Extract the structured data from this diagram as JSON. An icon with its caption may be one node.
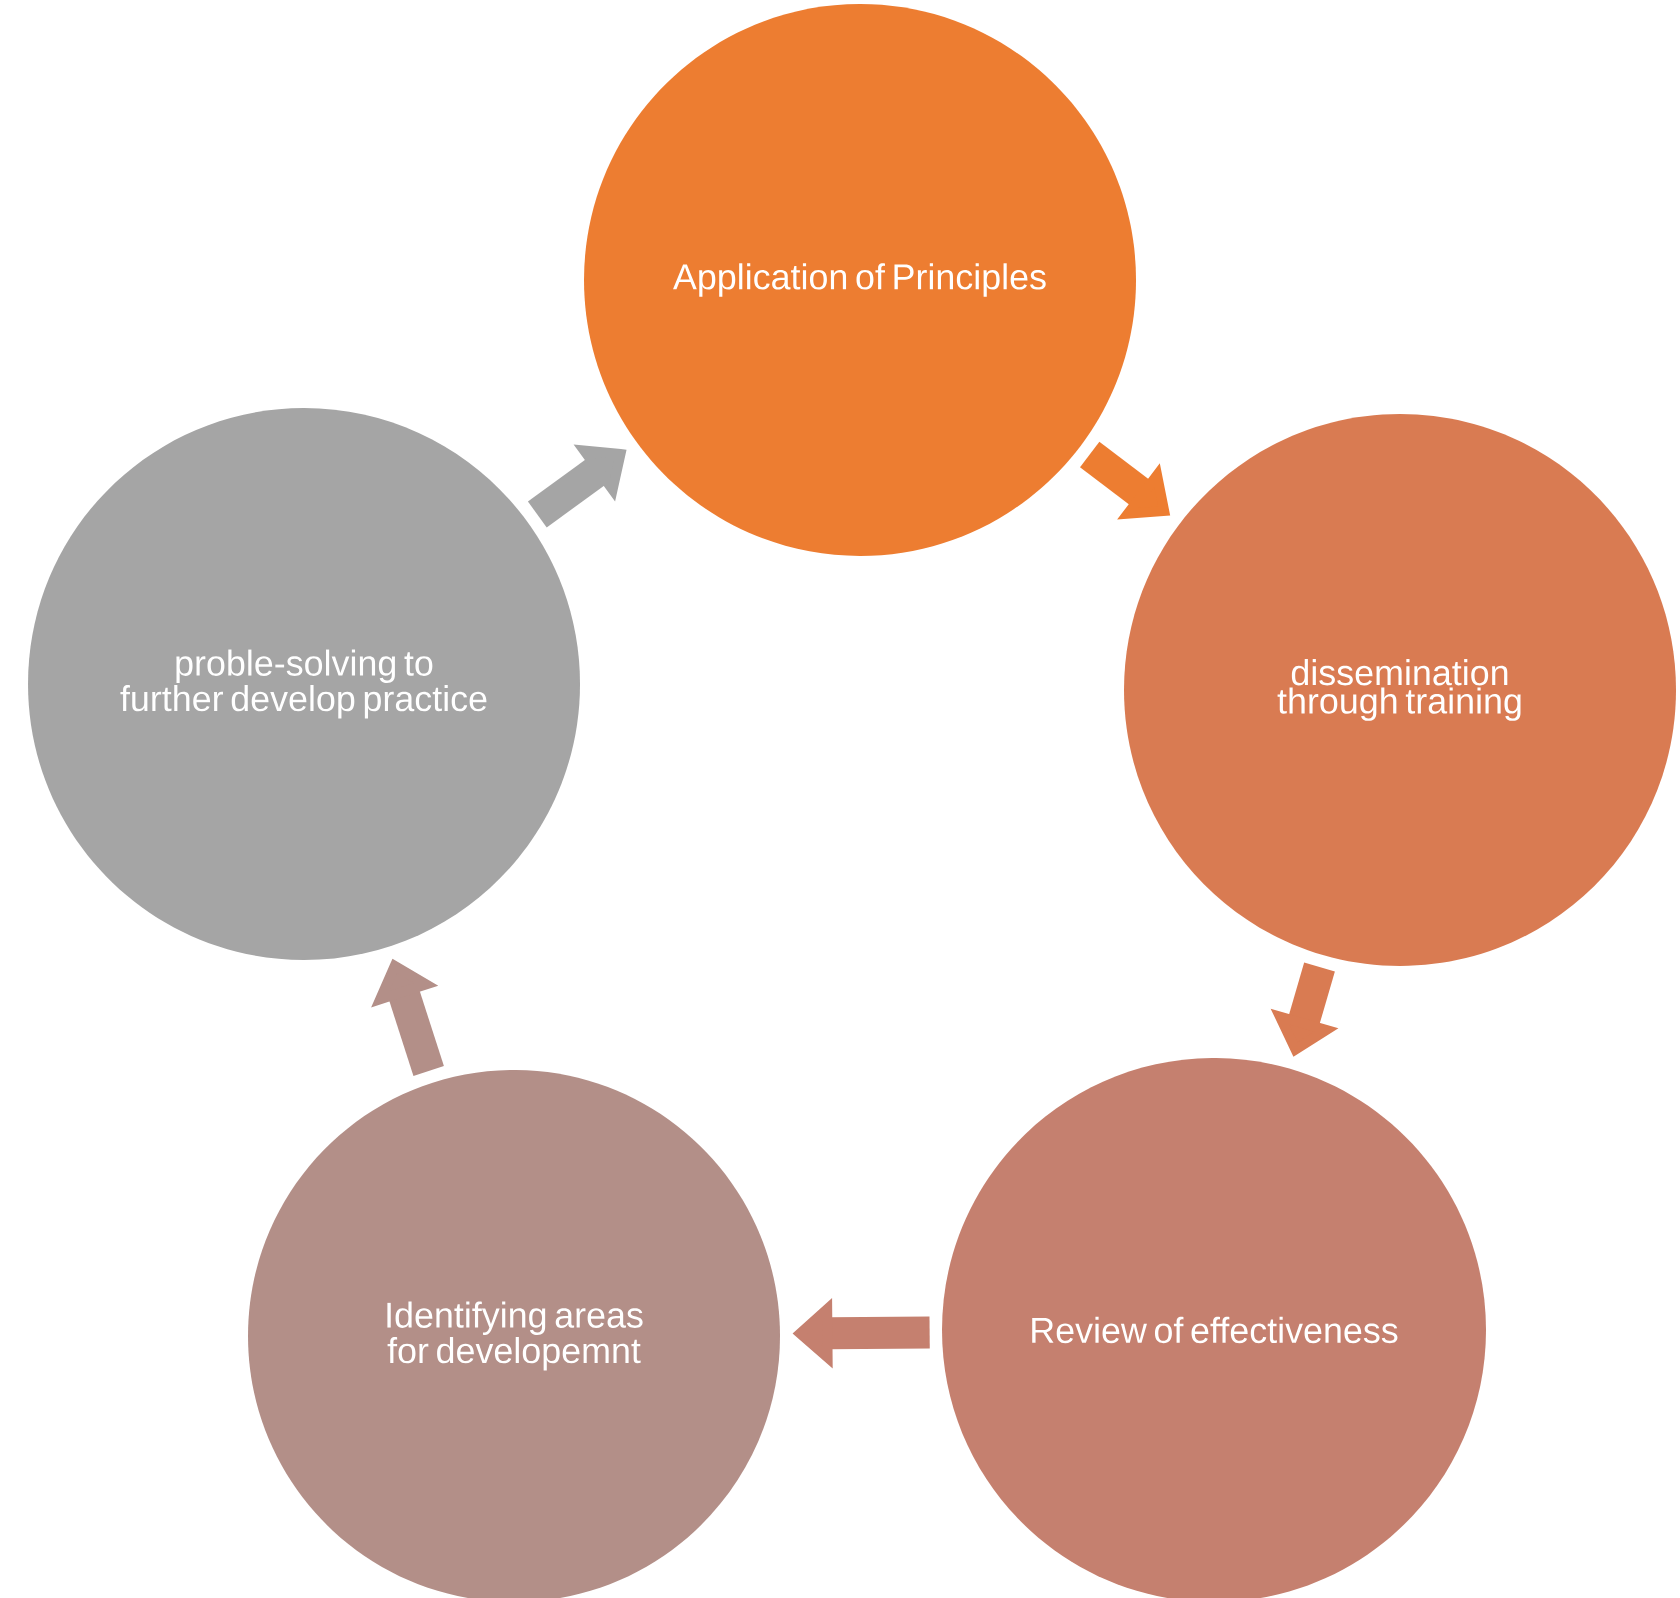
{
  "diagram": {
    "nodes": [
      {
        "text": [
          "Application of Principles"
        ]
      },
      {
        "text": [
          "dissemination through training"
        ]
      },
      {
        "text": [
          "Review of effectiveness"
        ]
      },
      {
        "text": [
          "Identifying areas for developemnt"
        ]
      },
      {
        "text": [
          "proble-solving to further develop practice"
        ]
      }
    ],
    "edges": [
      {
        "from": 0,
        "to": 1,
        "arrow": "to",
        "color": "#ed7d31"
      },
      {
        "from": 1,
        "to": 2,
        "arrow": "to",
        "color": "#d97b52"
      },
      {
        "from": 2,
        "to": 3,
        "arrow": "to",
        "color": "#c5806f"
      },
      {
        "from": 3,
        "to": 4,
        "arrow": "to",
        "color": "#b38f88"
      },
      {
        "from": 4,
        "to": 0,
        "arrow": "to",
        "color": "#a5a5a5"
      }
    ]
  }
}
